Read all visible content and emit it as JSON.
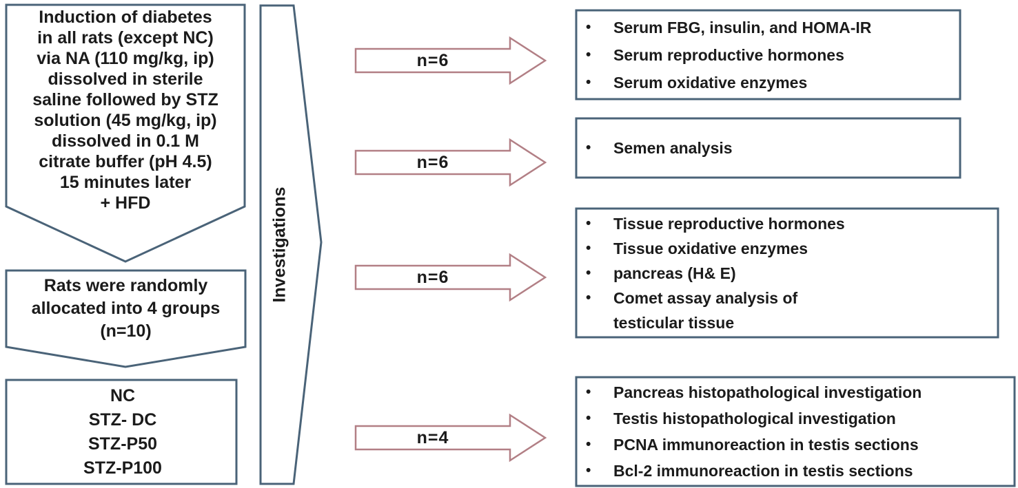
{
  "colors": {
    "box_border": "#4a6378",
    "arrow_border": "#b27f85",
    "text": "#1b1b1b",
    "background": "#ffffff"
  },
  "left_column": {
    "induction_box": {
      "text": "Induction of diabetes\nin all rats (except NC)\nvia NA (110 mg/kg, ip)\ndissolved in sterile\nsaline followed by STZ\nsolution (45 mg/kg, ip)\ndissolved in 0.1 M\ncitrate buffer (pH 4.5)\n15 minutes later\n+ HFD"
    },
    "allocation_box": {
      "text": "Rats were randomly\nallocated into 4 groups\n(n=10)"
    },
    "groups_box": {
      "text": "NC\nSTZ- DC\nSTZ-P50\nSTZ-P100"
    }
  },
  "investigations_label": "Investigations",
  "arrows": [
    {
      "label": "n=6"
    },
    {
      "label": "n=6"
    },
    {
      "label": "n=6"
    },
    {
      "label": "n=4"
    }
  ],
  "right_boxes": [
    {
      "items": [
        "Serum FBG, insulin, and HOMA-IR",
        "Serum reproductive hormones",
        "Serum oxidative enzymes"
      ]
    },
    {
      "items": [
        "Semen analysis"
      ]
    },
    {
      "items": [
        "Tissue reproductive hormones",
        "Tissue oxidative enzymes",
        "pancreas (H& E)",
        "Comet assay analysis of\ntesticular tissue"
      ]
    },
    {
      "items": [
        "Pancreas histopathological investigation",
        "Testis histopathological investigation",
        "PCNA immunoreaction in testis sections",
        "Bcl-2 immunoreaction in testis sections"
      ]
    }
  ]
}
